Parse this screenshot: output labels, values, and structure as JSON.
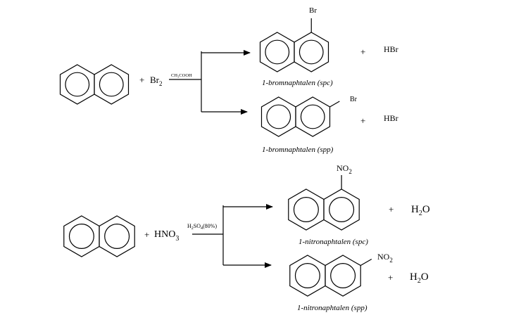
{
  "reaction1": {
    "plus": "+",
    "reagent": "Br",
    "reagent_sub": "2",
    "condition": "CH₃COOH",
    "product_top": {
      "substituent": "Br",
      "plus": "+",
      "byproduct": "HBr",
      "caption": "1-bromnaphtalen (spc)"
    },
    "product_bottom": {
      "substituent": "Br",
      "plus": "+",
      "byproduct": "HBr",
      "caption": "1-bromnaphtalen (spp)"
    }
  },
  "reaction2": {
    "plus": "+",
    "reagent": "HNO",
    "reagent_sub": "3",
    "condition_a": "H",
    "condition_sub": "2",
    "condition_b": "SO",
    "condition_sub2": "4",
    "condition_c": "(80%)",
    "product_top": {
      "substituent": "NO",
      "substituent_sub": "2",
      "plus": "+",
      "byproduct_a": "H",
      "byproduct_sub": "2",
      "byproduct_b": "O",
      "caption": "1-nitronaphtalen (spc)"
    },
    "product_bottom": {
      "substituent": "NO",
      "substituent_sub": "2",
      "plus": "+",
      "byproduct_a": "H",
      "byproduct_sub": "2",
      "byproduct_b": "O",
      "caption": "1-nitronaphtalen (spp)"
    }
  }
}
